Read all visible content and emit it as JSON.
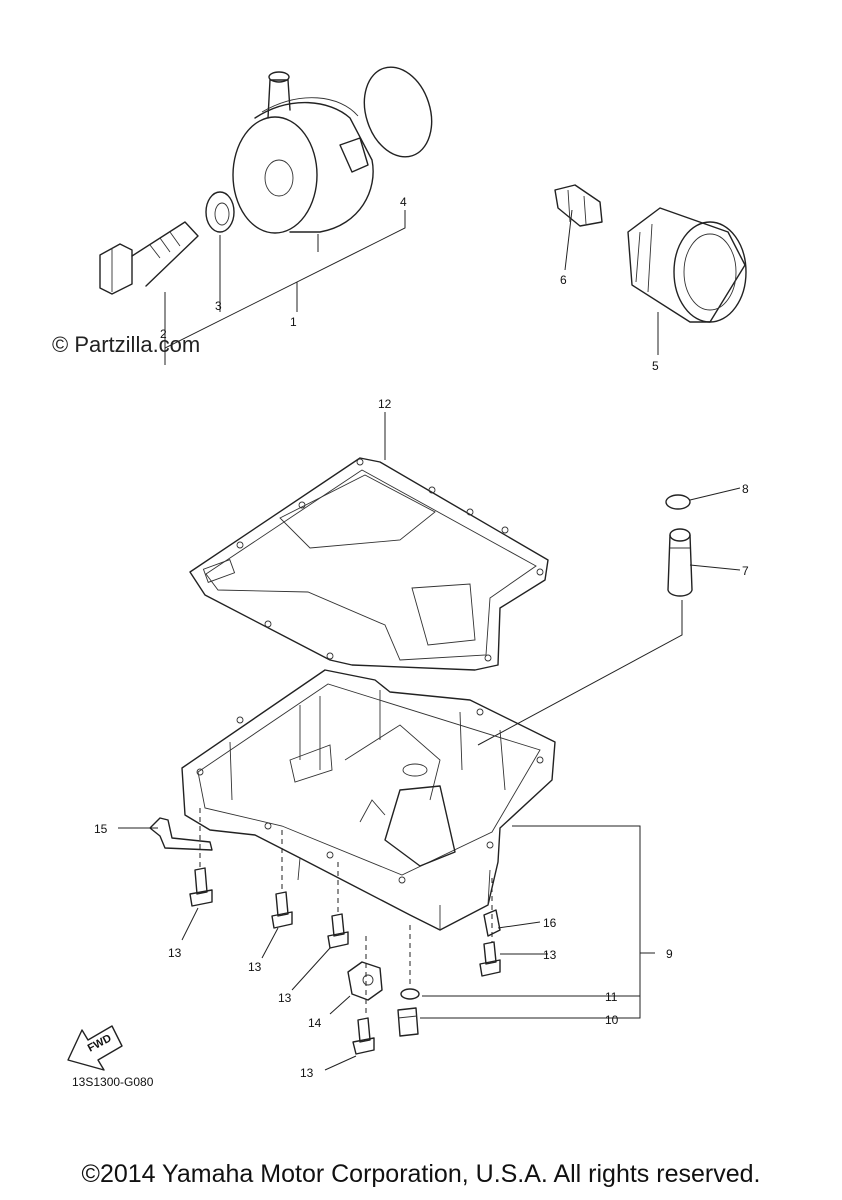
{
  "watermark": "© Partzilla.com",
  "diagram_code": "13S1300-G080",
  "fwd_label": "FWD",
  "copyright": "©2014 Yamaha Motor Corporation, U.S.A. All rights reserved.",
  "callouts": {
    "c1": "1",
    "c2": "2",
    "c3": "3",
    "c4": "4",
    "c5": "5",
    "c6": "6",
    "c7": "7",
    "c8": "8",
    "c9": "9",
    "c10": "10",
    "c11": "11",
    "c12": "12",
    "c13a": "13",
    "c13b": "13",
    "c13c": "13",
    "c13d": "13",
    "c13e": "13",
    "c14": "14",
    "c15": "15",
    "c16": "16"
  }
}
